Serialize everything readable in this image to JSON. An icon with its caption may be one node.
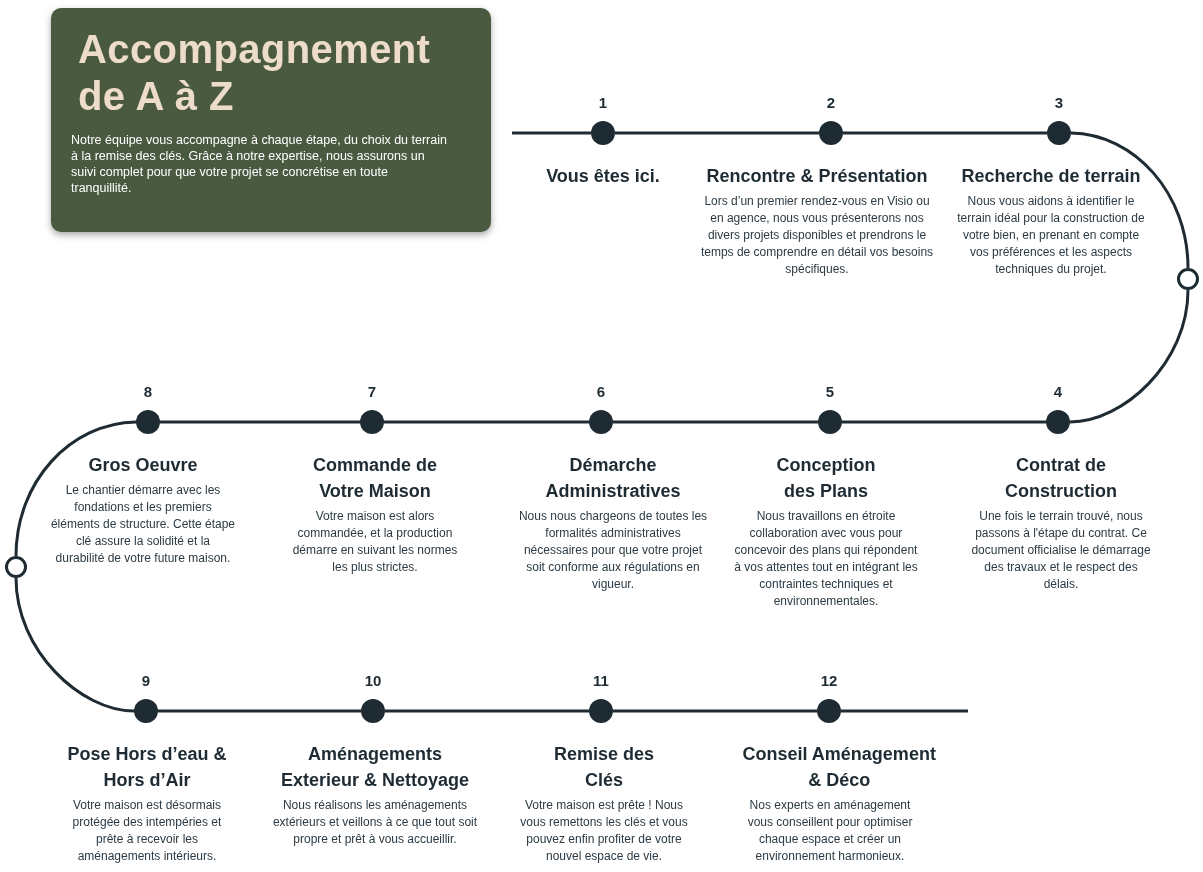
{
  "diagram": {
    "nodes": [
      {
        "text": [
          "Accompagnement de A à Z",
          "Notre équipe vous accompagne à chaque étape, du choix du terrain à la remise des clés. Grâce à notre expertise, nous assurons un suivi complet pour que votre projet se concrétise en toute tranquillité."
        ]
      },
      {
        "text": [],
        "shape": "circle",
        "beside": [
          "1",
          "Vous êtes ici."
        ]
      },
      {
        "text": [],
        "shape": "circle",
        "beside": [
          "2",
          "Rencontre & Présentation",
          "Lors d’un premier rendez-vous en Visio ou en agence, nous vous présenterons nos divers projets disponibles et prendrons le temps de comprendre en détail vos besoins spécifiques."
        ]
      },
      {
        "text": [],
        "shape": "circle",
        "beside": [
          "3",
          "Recherche de terrain",
          "Nous vous aidons à identifier le terrain idéal pour la construction de votre bien, en prenant en compte vos préférences et les aspects techniques du projet."
        ]
      },
      {
        "text": [],
        "shape": "circle"
      },
      {
        "text": [],
        "shape": "circle",
        "beside": [
          "4",
          "Contrat de Construction",
          "Une fois le terrain trouvé, nous passons à l'étape du contrat. Ce document officialise le démarrage des travaux et le respect des délais."
        ]
      },
      {
        "text": [],
        "shape": "circle",
        "beside": [
          "5",
          "Conception des Plans",
          "Nous travaillons en étroite collaboration avec vous pour concevoir des plans qui répondent à vos attentes tout en intégrant les contraintes techniques et environnementales."
        ]
      },
      {
        "text": [],
        "shape": "circle",
        "beside": [
          "6",
          "Démarche Administratives",
          "Nous nous chargeons de toutes les formalités administratives nécessaires pour que votre projet soit conforme aux régulations en vigueur."
        ]
      },
      {
        "text": [],
        "shape": "circle",
        "beside": [
          "7",
          "Commande de Votre Maison",
          "Votre maison est alors commandée, et la production démarre en suivant les normes les plus strictes."
        ]
      },
      {
        "text": [],
        "shape": "circle",
        "beside": [
          "8",
          "Gros Oeuvre",
          "Le chantier démarre avec les fondations et les premiers éléments de structure. Cette étape clé assure la solidité et la durabilité de votre future maison."
        ]
      },
      {
        "text": [],
        "shape": "circle"
      },
      {
        "text": [],
        "shape": "circle",
        "beside": [
          "9",
          "Pose Hors d’eau & Hors d’Air",
          "Votre maison est désormais protégée des intempéries et prête à recevoir les aménagements intérieurs."
        ]
      },
      {
        "text": [],
        "shape": "circle",
        "beside": [
          "10",
          "Aménagements Exterieur & Nettoyage",
          "Nous réalisons les aménagements extérieurs et veillons à ce que tout soit propre et prêt à vous accueillir."
        ]
      },
      {
        "text": [],
        "shape": "circle",
        "beside": [
          "11",
          "Remise des Clés",
          "Votre maison est prête ! Nous vous remettons les clés et vous pouvez enfin profiter de votre nouvel espace de vie."
        ]
      },
      {
        "text": [],
        "shape": "circle",
        "beside": [
          "12",
          "Conseil Aménagement & Déco",
          "Nos experts en aménagement vous conseillent pour optimiser chaque espace et créer un environnement harmonieux."
        ]
      }
    ],
    "edges": [
      {
        "from": null,
        "to": 1,
        "arrow": "none"
      },
      {
        "from": 1,
        "to": 2,
        "arrow": "none"
      },
      {
        "from": 2,
        "to": 3,
        "arrow": "none"
      },
      {
        "from": 3,
        "to": 4,
        "arrow": "none"
      },
      {
        "from": 4,
        "to": 5,
        "arrow": "none"
      },
      {
        "from": 5,
        "to": 6,
        "arrow": "none"
      },
      {
        "from": 6,
        "to": 7,
        "arrow": "none"
      },
      {
        "from": 7,
        "to": 8,
        "arrow": "none"
      },
      {
        "from": 8,
        "to": 9,
        "arrow": "none"
      },
      {
        "from": 9,
        "to": 10,
        "arrow": "none"
      },
      {
        "from": 10,
        "to": 11,
        "arrow": "none"
      },
      {
        "from": 11,
        "to": 12,
        "arrow": "none"
      },
      {
        "from": 12,
        "to": 13,
        "arrow": "none"
      },
      {
        "from": 13,
        "to": 14,
        "arrow": "none"
      },
      {
        "from": 14,
        "to": null,
        "arrow": "none"
      }
    ]
  }
}
